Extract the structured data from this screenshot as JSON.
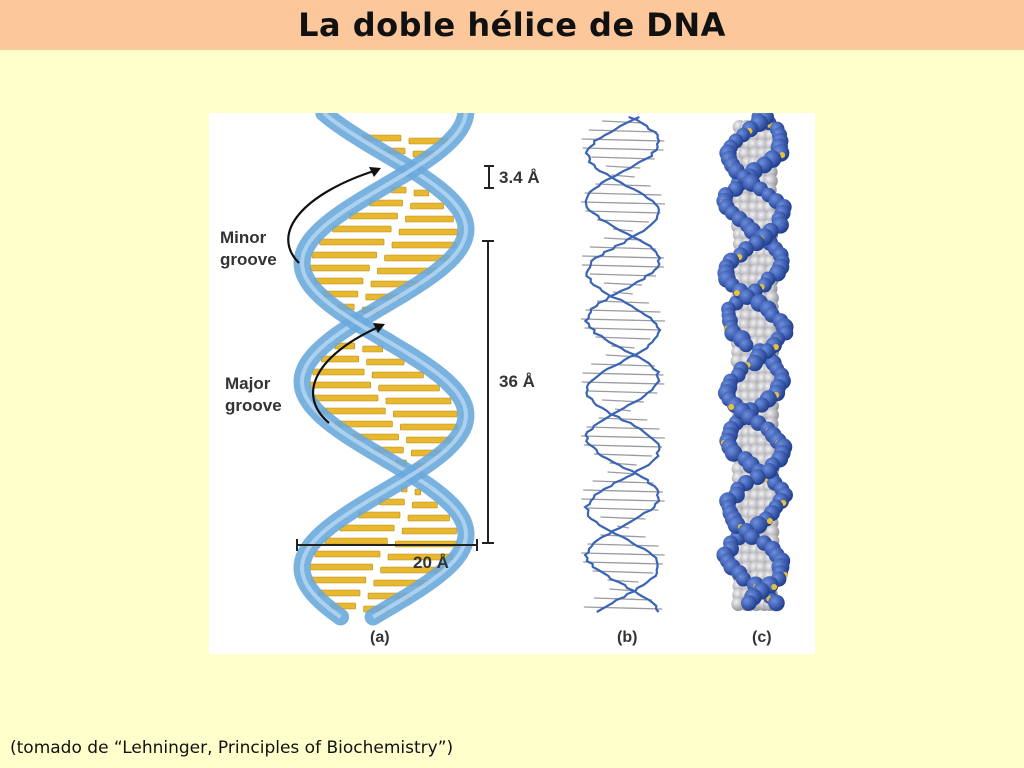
{
  "slide": {
    "title": "La doble hélice de DNA",
    "caption": "(tomado de “Lehninger, Principles of Biochemistry”)"
  },
  "figure": {
    "labels": {
      "minor_groove_line1": "Minor",
      "minor_groove_line2": "groove",
      "major_groove_line1": "Major",
      "major_groove_line2": "groove",
      "rise": "3.4 Å",
      "pitch": "36 Å",
      "diameter": "20 Å",
      "panel_a": "(a)",
      "panel_b": "(b)",
      "panel_c": "(c)"
    }
  },
  "colors": {
    "background": "#ffffcc",
    "title_bar": "#fcc89b",
    "backbone": "#6aa8dc",
    "base_pair": "#e8b830",
    "atom_blue": "#2f56b0",
    "atom_gray": "#c8c8cc"
  }
}
